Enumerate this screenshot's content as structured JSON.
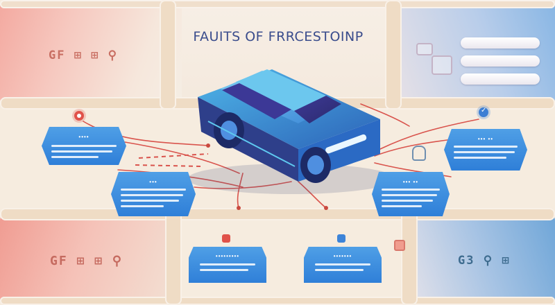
{
  "title": "FAUITS OF FRRCESTOINP",
  "decor": {
    "glyphs_top_left": "GF ⊞ ⊞ ⚲",
    "glyphs_bottom_left": "GF ⊞ ⊞ ⚲",
    "glyphs_bottom_right": "G3 ⚲ ⊞"
  },
  "cards": {
    "left": {
      "heading": "••••"
    },
    "mid_left": {
      "heading": "•••"
    },
    "right": {
      "heading": "••• ••"
    },
    "mid_right": {
      "heading": "••• ••"
    },
    "bottom_left": {
      "heading": "•••••••••"
    },
    "bottom_right": {
      "heading": "•••••••"
    }
  },
  "icons": [
    "car-icon",
    "location-pin-icon",
    "check-pin-icon",
    "magnet-icon"
  ],
  "colors": {
    "card_blue": "#2f7fd8",
    "accent_red": "#e0524a",
    "title_blue": "#3a4c8c",
    "background": "#f6ecdf"
  }
}
